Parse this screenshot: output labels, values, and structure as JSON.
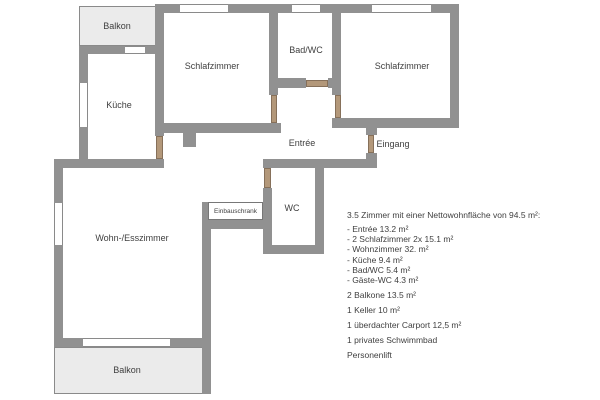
{
  "colors": {
    "background": "#ffffff",
    "wall": "#919191",
    "outline": "#8a8a8a",
    "door": "#b3987a",
    "door_border": "#86705a",
    "balcony": "#ebebeb",
    "text": "#3f3f3f"
  },
  "rooms": {
    "balkon_top": "Balkon",
    "schlafzimmer_left": "Schlafzimmer",
    "bad_wc": "Bad/WC",
    "schlafzimmer_right": "Schlafzimmer",
    "kueche": "Küche",
    "entree": "Entrée",
    "eingang": "Eingang",
    "wc": "WC",
    "einbauschrank": "Einbauschrank",
    "wohn_esszimmer": "Wohn-/Esszimmer",
    "balkon_bottom": "Balkon"
  },
  "description": {
    "title": "3.5 Zimmer mit einer Nettowohnfläche von 94.5 m²:",
    "bullets": [
      "- Entrée 13.2 m²",
      "- 2 Schlafzimmer 2x 15.1 m²",
      "- Wohnzimmer 32. m²",
      "- Küche 9.4 m²",
      "- Bad/WC 5.4 m²",
      "- Gäste-WC 4.3 m²"
    ],
    "extras": [
      "2 Balkone 13.5 m²",
      "1 Keller 10 m²",
      "1 überdachter Carport 12,5 m²",
      "1 privates Schwimmbad",
      "Personenlift"
    ]
  }
}
